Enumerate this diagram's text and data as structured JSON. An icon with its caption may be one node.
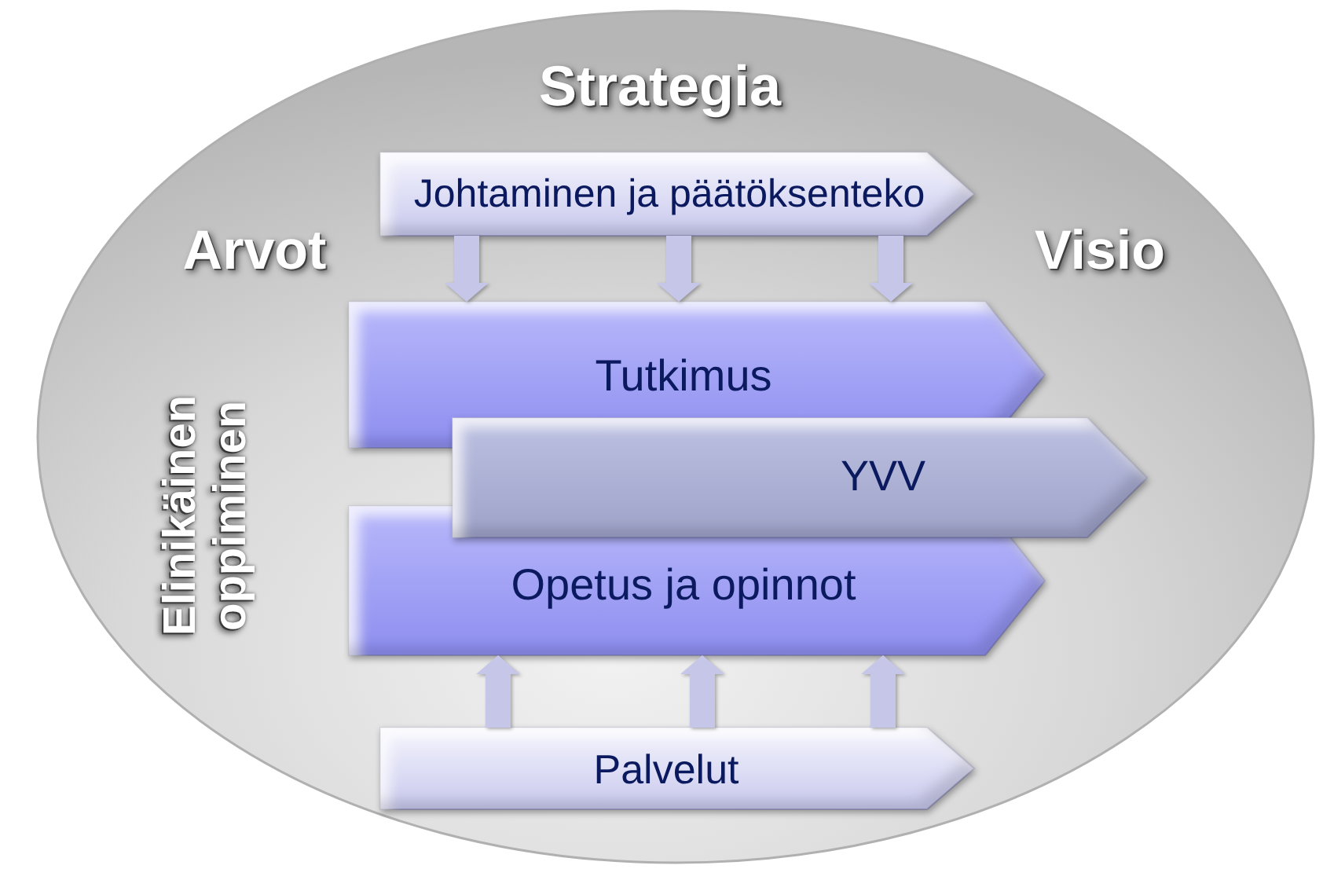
{
  "diagram": {
    "nodes": [
      {
        "text": [
          "Strategia",
          "Arvot",
          "Visio",
          "Elinikäinen oppiminen"
        ]
      },
      {
        "text": [
          "Johtaminen ja päätöksenteko"
        ],
        "in": 0
      },
      {
        "text": [
          "Tutkimus"
        ],
        "in": 0
      },
      {
        "text": [
          "YVV"
        ],
        "in": 0
      },
      {
        "text": [
          "Opetus ja opinnot"
        ],
        "in": 0
      },
      {
        "text": [
          "Palvelut"
        ],
        "in": 0
      }
    ],
    "edges": [
      {
        "from": 1,
        "to": 2,
        "arrow": "to"
      },
      {
        "from": 1,
        "to": 2,
        "arrow": "to"
      },
      {
        "from": 1,
        "to": 2,
        "arrow": "to"
      },
      {
        "from": 5,
        "to": 4,
        "arrow": "to"
      },
      {
        "from": 5,
        "to": 4,
        "arrow": "to"
      },
      {
        "from": 5,
        "to": 4,
        "arrow": "to"
      }
    ]
  }
}
